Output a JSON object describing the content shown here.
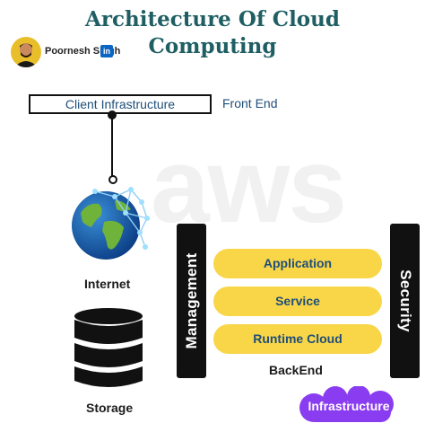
{
  "header": {
    "title_line1": "Architecture Of Cloud",
    "title_line2": "Computing",
    "author": "Poornesh Singh",
    "linkedin_badge": "in"
  },
  "watermark": {
    "text": "aws"
  },
  "front_end": {
    "client_box": "Client Infrastructure",
    "label": "Front End",
    "internet_label": "Internet"
  },
  "back_end": {
    "management_label": "Management",
    "security_label": "Security",
    "layers": [
      "Application",
      "Service",
      "Runtime Cloud"
    ],
    "label": "BackEnd",
    "storage_label": "Storage",
    "infrastructure_label": "Infrastructure"
  },
  "colors": {
    "title": "#1f5f63",
    "label_blue": "#1f4e79",
    "pill_yellow": "#f9d648",
    "bar_black": "#111111",
    "infra_purple": "#8a3cf0",
    "linkedin_blue": "#0a66c2"
  },
  "icons": {
    "avatar": "author-avatar",
    "globe": "globe-icon",
    "database": "database-icon",
    "cloud": "cloud-icon",
    "linkedin": "linkedin-icon"
  }
}
